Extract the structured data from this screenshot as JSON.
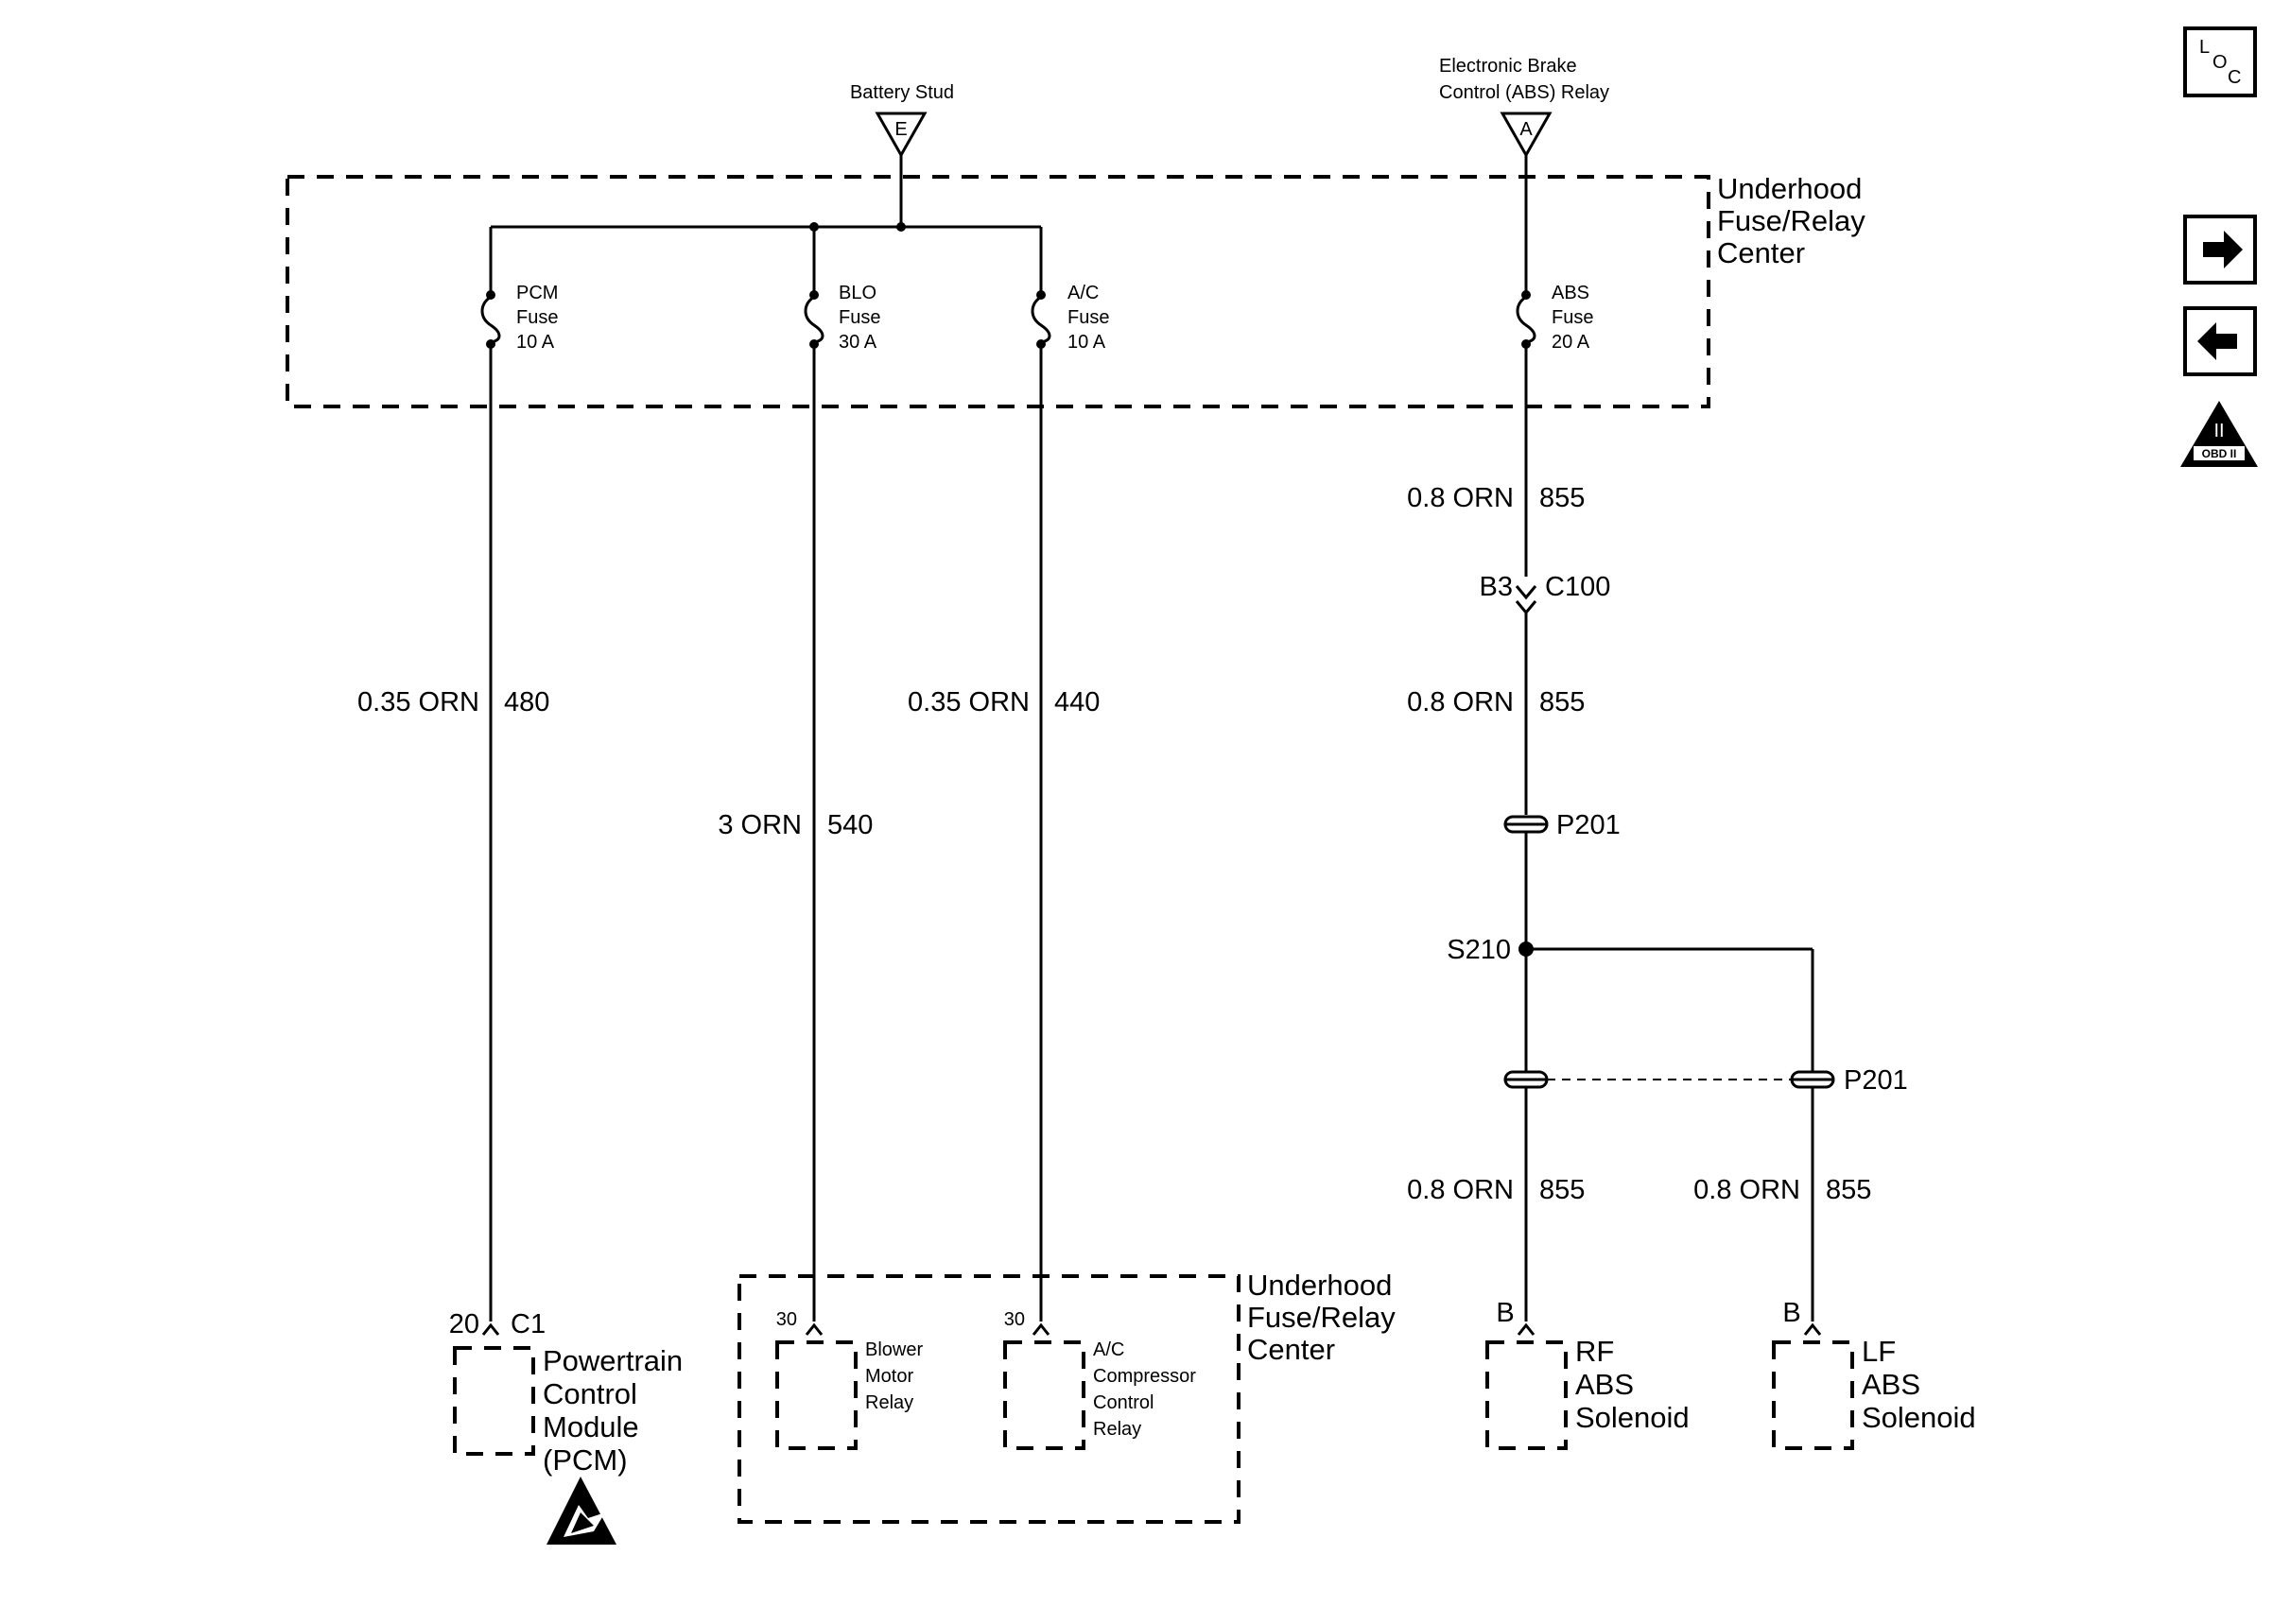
{
  "sources": {
    "battery_stud": {
      "label": "Battery Stud",
      "letter": "E"
    },
    "ebcm_relay": {
      "label_line1": "Electronic Brake",
      "label_line2": "Control (ABS) Relay",
      "letter": "A"
    }
  },
  "fuse_center": {
    "line1": "Underhood",
    "line2": "Fuse/Relay",
    "line3": "Center"
  },
  "fuses": [
    {
      "name": "PCM",
      "type": "Fuse",
      "rating": "10 A"
    },
    {
      "name": "BLO",
      "type": "Fuse",
      "rating": "30 A"
    },
    {
      "name": "A/C",
      "type": "Fuse",
      "rating": "10 A"
    },
    {
      "name": "ABS",
      "type": "Fuse",
      "rating": "20 A"
    }
  ],
  "wires": {
    "pcm": {
      "gauge_color": "0.35 ORN",
      "circuit": "480"
    },
    "blo": {
      "gauge_color": "3 ORN",
      "circuit": "540"
    },
    "ac": {
      "gauge_color": "0.35 ORN",
      "circuit": "440"
    },
    "abs_upper": {
      "gauge_color": "0.8 ORN",
      "circuit": "855"
    },
    "abs_mid": {
      "gauge_color": "0.8 ORN",
      "circuit": "855"
    },
    "abs_rf": {
      "gauge_color": "0.8 ORN",
      "circuit": "855"
    },
    "abs_lf": {
      "gauge_color": "0.8 ORN",
      "circuit": "855"
    }
  },
  "connectors": {
    "c100": {
      "pin": "B3",
      "name": "C100"
    },
    "p201_upper": "P201",
    "p201_lower": "P201",
    "splice": "S210"
  },
  "components": {
    "pcm": {
      "pin": "20",
      "connector": "C1",
      "line1": "Powertrain",
      "line2": "Control",
      "line3": "Module",
      "line4": "(PCM)"
    },
    "blower_relay": {
      "pin": "30",
      "line1": "Blower",
      "line2": "Motor",
      "line3": "Relay"
    },
    "ac_relay": {
      "pin": "30",
      "line1": "A/C",
      "line2": "Compressor",
      "line3": "Control",
      "line4": "Relay"
    },
    "relay_center": {
      "line1": "Underhood",
      "line2": "Fuse/Relay",
      "line3": "Center"
    },
    "rf_solenoid": {
      "pin": "B",
      "line1": "RF",
      "line2": "ABS",
      "line3": "Solenoid"
    },
    "lf_solenoid": {
      "pin": "B",
      "line1": "LF",
      "line2": "ABS",
      "line3": "Solenoid"
    }
  },
  "nav": {
    "loc_icon": {
      "l": "L",
      "o": "O",
      "c": "C"
    },
    "next_icon": "arrow-right-icon",
    "prev_icon": "arrow-left-icon",
    "obd_icon": {
      "numeral": "II",
      "label": "OBD II"
    }
  },
  "esd_icon": "esd-warning-icon"
}
